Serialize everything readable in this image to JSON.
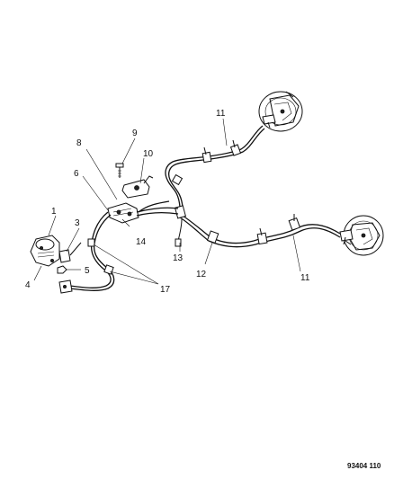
{
  "callouts": {
    "c1": "1",
    "c3": "3",
    "c4": "4",
    "c5": "5",
    "c6": "6",
    "c8": "8",
    "c9": "9",
    "c10": "10",
    "c11_top": "11",
    "c11_right": "11",
    "c12": "12",
    "c13": "13",
    "c14": "14",
    "c17": "17"
  },
  "drawing_number": "93404 110"
}
